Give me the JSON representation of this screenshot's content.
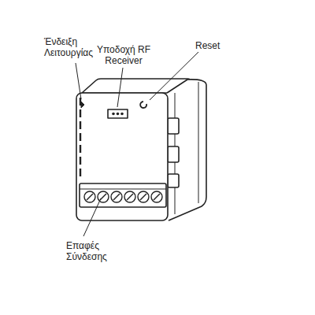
{
  "diagram": {
    "labels": [
      "Ένδειξη Λειτουργίας",
      "Υποδοχή RF Receiver",
      "Reset",
      "Επαφές Σύνδεσης"
    ]
  }
}
